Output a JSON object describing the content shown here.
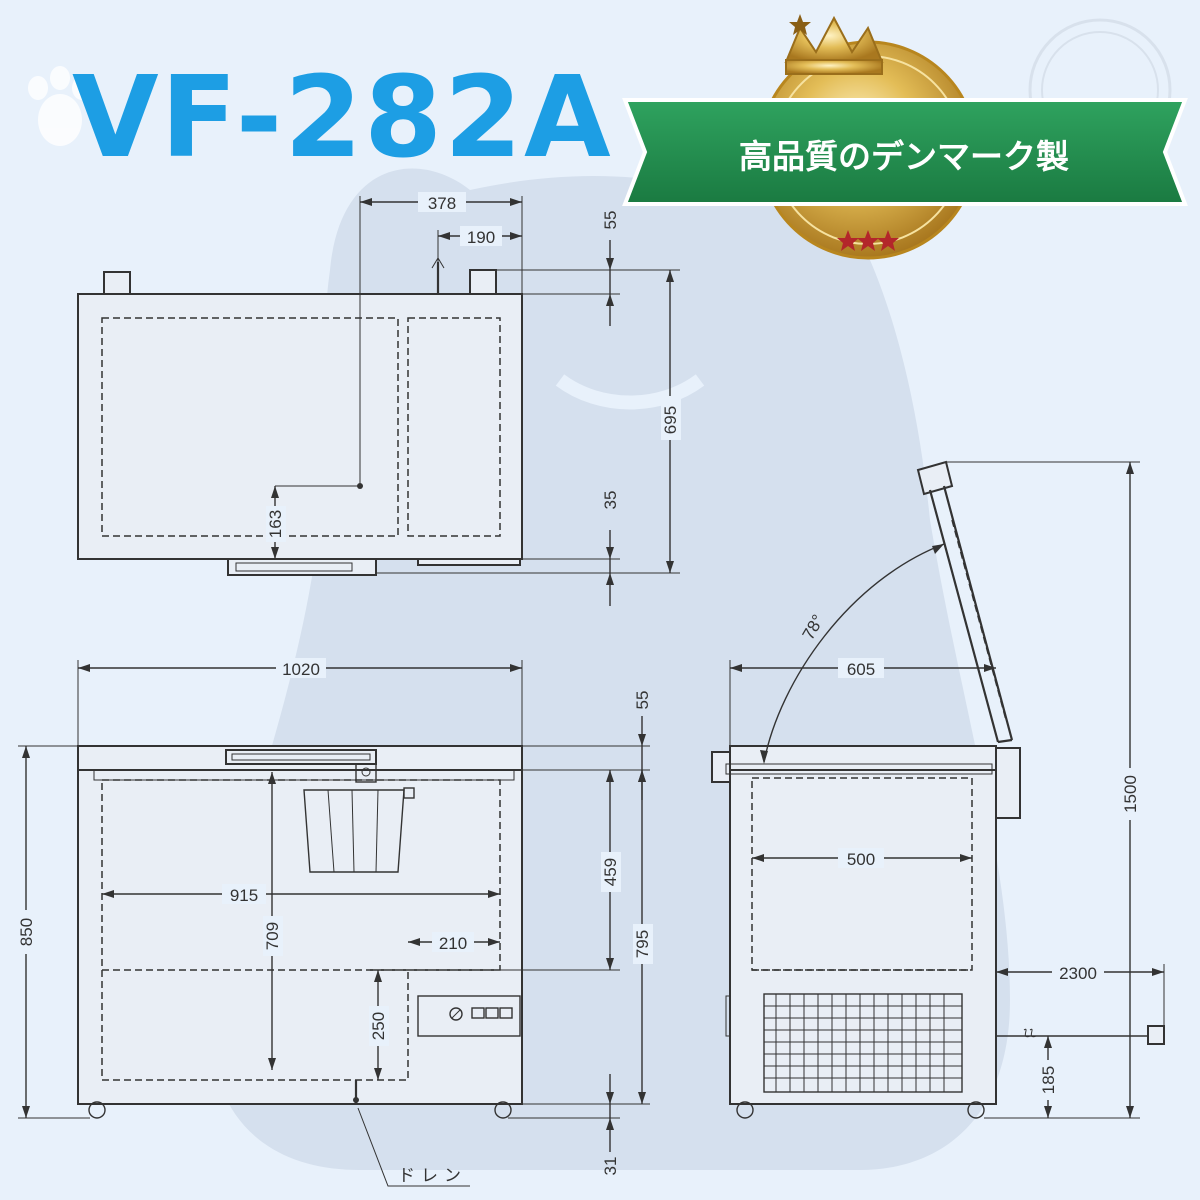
{
  "title": "VF-282A",
  "badge": {
    "text": "高品質のデンマーク製"
  },
  "dimensions": {
    "top_width_378": "378",
    "top_offset_190": "190",
    "top_gap_55": "55",
    "top_depth_695": "695",
    "top_gap_35": "35",
    "top_163": "163",
    "front_width_1020": "1020",
    "front_55": "55",
    "front_height_850": "850",
    "front_inner_915": "915",
    "front_709": "709",
    "front_459": "459",
    "front_795": "795",
    "front_210": "210",
    "front_250": "250",
    "front_31": "31",
    "side_angle": "78°",
    "side_depth_605": "605",
    "side_inner_500": "500",
    "side_height_1500": "1500",
    "side_cord_2300": "2300",
    "side_185": "185"
  },
  "labels": {
    "drain": "ドレン"
  },
  "colors": {
    "title": "#1d9ee4",
    "ribbon": "#1f8a4c",
    "medal": "#d4a93b",
    "background": "#e8f1fb"
  }
}
